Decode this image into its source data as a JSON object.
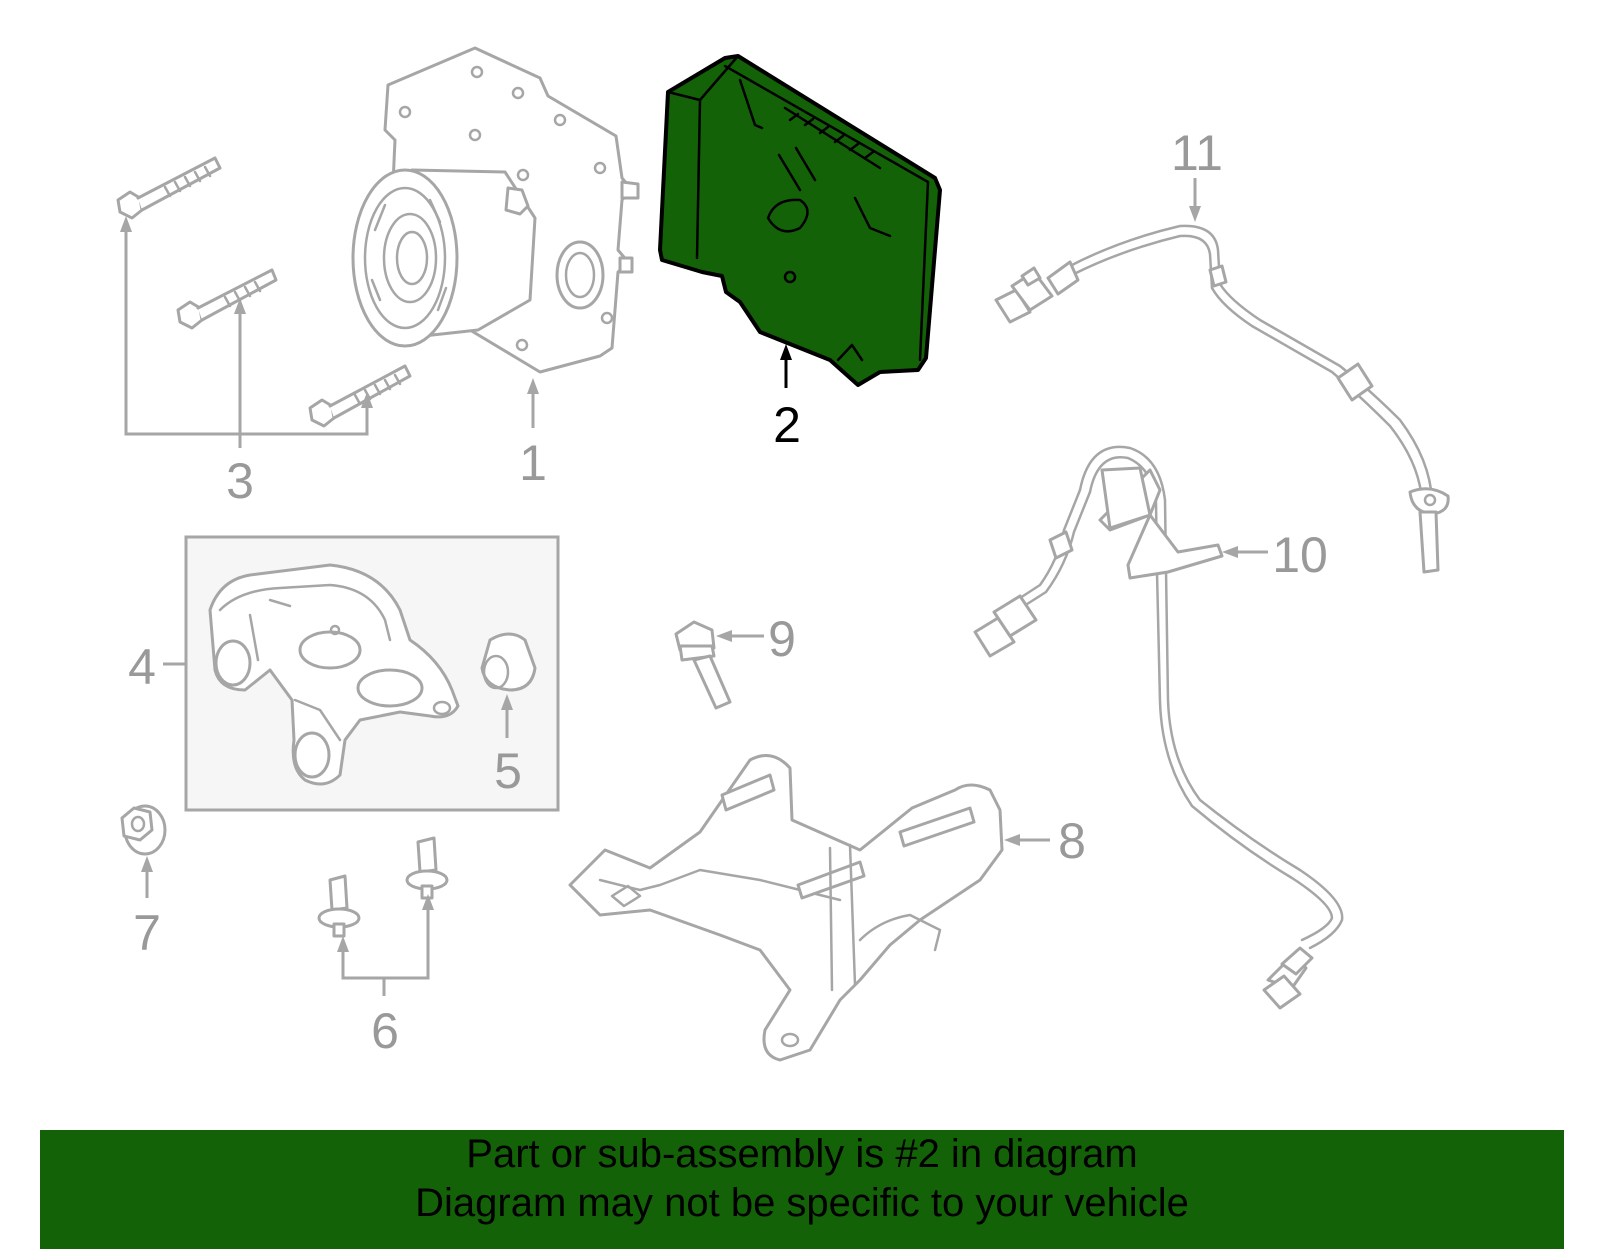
{
  "diagram": {
    "highlight_color": "#136208",
    "part_line_color": "#a6a6a6",
    "callout_color": "#999999",
    "callouts": {
      "c1": "1",
      "c2": "2",
      "c3": "3",
      "c4": "4",
      "c5": "5",
      "c6": "6",
      "c7": "7",
      "c8": "8",
      "c9": "9",
      "c10": "10",
      "c11": "11"
    },
    "highlighted_part": "2"
  },
  "banner": {
    "background": "#136208",
    "line1": "Part or sub-assembly is #2 in diagram",
    "line2": "Diagram may not be specific to your vehicle"
  }
}
